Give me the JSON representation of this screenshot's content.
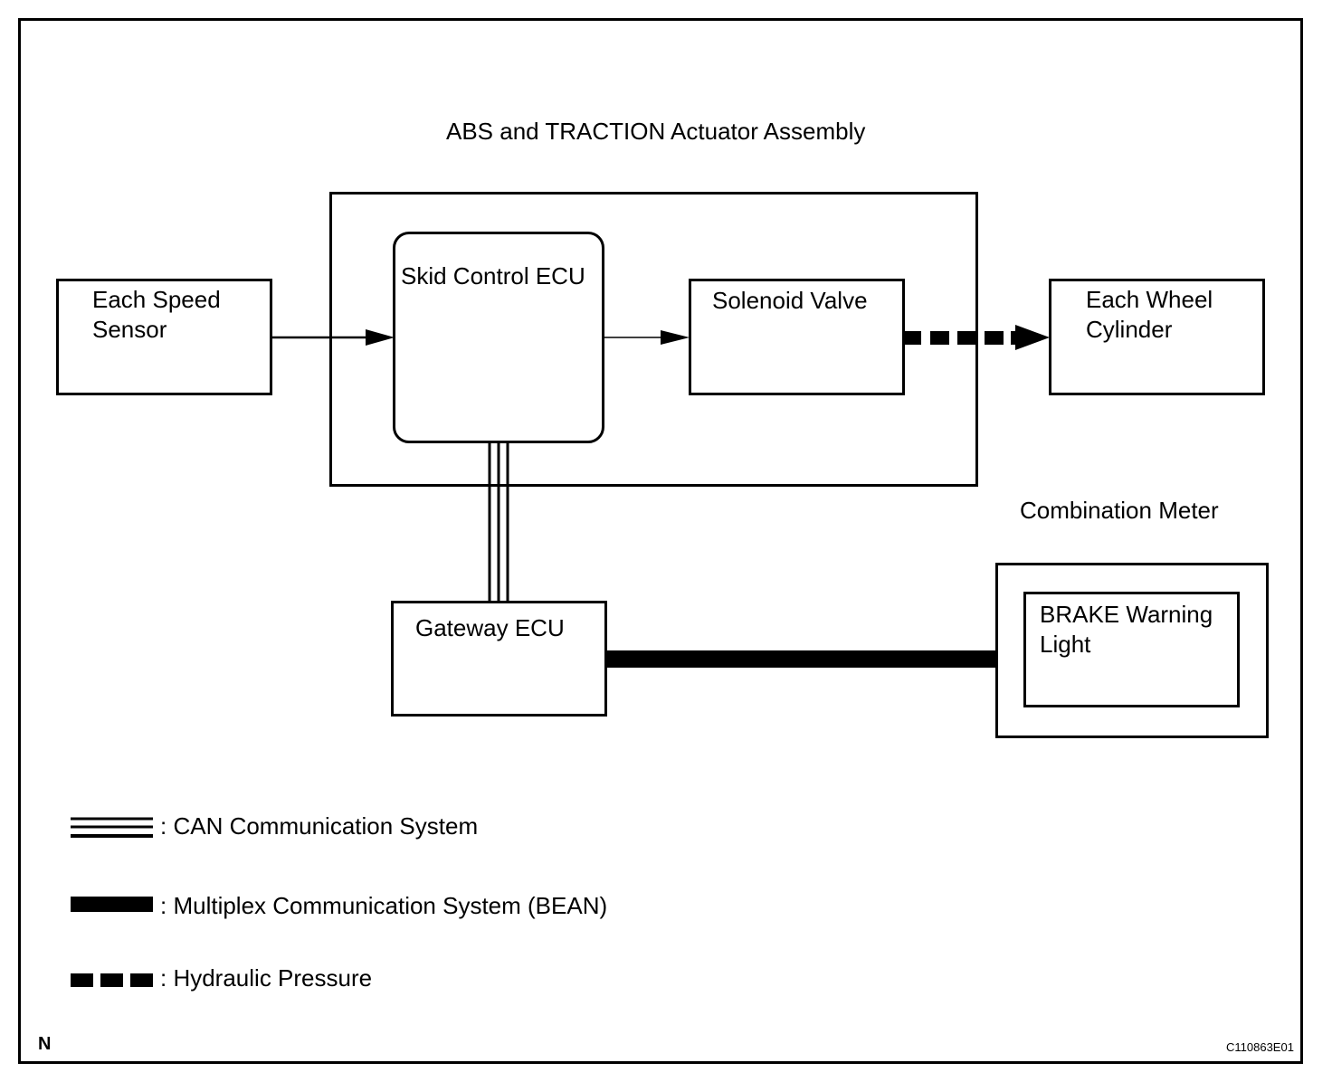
{
  "title": "ABS and TRACTION Actuator Assembly",
  "nodes": {
    "speed_sensor": "Each Speed\nSensor",
    "skid_ecu": "Skid Control ECU",
    "solenoid": "Solenoid Valve",
    "wheel_cylinder": "Each Wheel\nCylinder",
    "gateway": "Gateway ECU",
    "combination_meter": "Combination Meter",
    "brake_light": "BRAKE Warning\nLight"
  },
  "legend": {
    "can": ": CAN Communication System",
    "bean": ": Multiplex Communication System (BEAN)",
    "hydraulic": ": Hydraulic Pressure"
  },
  "corner_mark": "N",
  "figure_id": "C110863E01"
}
